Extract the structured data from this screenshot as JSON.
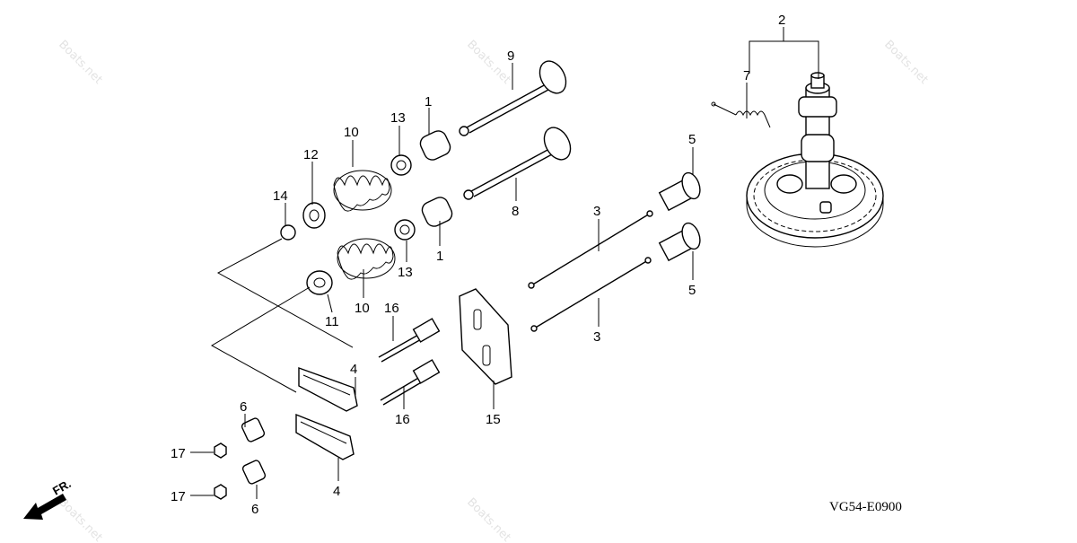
{
  "drawing_code": "VG54-E0900",
  "front_marker": "FR.",
  "watermark_text": "Boats.net",
  "callouts": {
    "c1a": "1",
    "c1b": "1",
    "c2": "2",
    "c3a": "3",
    "c3b": "3",
    "c4a": "4",
    "c4b": "4",
    "c5a": "5",
    "c5b": "5",
    "c6a": "6",
    "c6b": "6",
    "c7": "7",
    "c8": "8",
    "c9": "9",
    "c10a": "10",
    "c10b": "10",
    "c11": "11",
    "c12": "12",
    "c13a": "13",
    "c13b": "13",
    "c14": "14",
    "c15": "15",
    "c16a": "16",
    "c16b": "16",
    "c17a": "17",
    "c17b": "17"
  }
}
